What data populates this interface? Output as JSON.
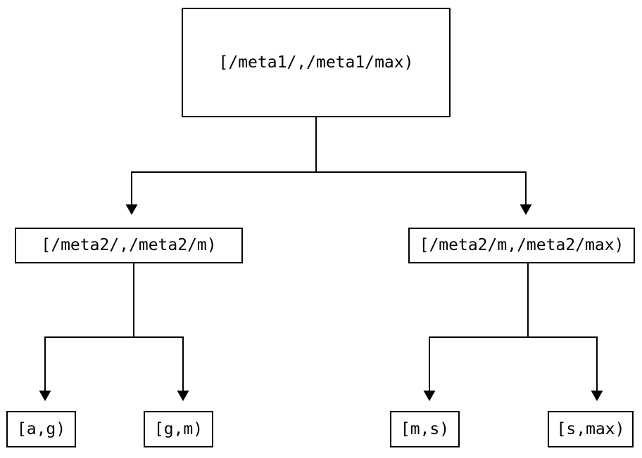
{
  "diagram": {
    "type": "tree",
    "title": "",
    "background_color": "#ffffff",
    "line_color": "#000000",
    "text_color": "#000000",
    "nodes": {
      "root": {
        "label": "[/meta1/,/meta1/max)",
        "level": 0
      },
      "level2": [
        {
          "label": "[/meta2/,/meta2/m)",
          "level": 1
        },
        {
          "label": "[/meta2/m,/meta2/max)",
          "level": 1
        }
      ],
      "leaves": [
        {
          "label": "[a,g)",
          "level": 2
        },
        {
          "label": "[g,m)",
          "level": 2
        },
        {
          "label": "[m,s)",
          "level": 2
        },
        {
          "label": "[s,max)",
          "level": 2
        }
      ]
    },
    "edges": [
      {
        "from": "[/meta1/,/meta1/max)",
        "to": "[/meta2/,/meta2/m)"
      },
      {
        "from": "[/meta1/,/meta1/max)",
        "to": "[/meta2/m,/meta2/max)"
      },
      {
        "from": "[/meta2/,/meta2/m)",
        "to": "[a,g)"
      },
      {
        "from": "[/meta2/,/meta2/m)",
        "to": "[g,m)"
      },
      {
        "from": "[/meta2/m,/meta2/max)",
        "to": "[m,s)"
      },
      {
        "from": "[/meta2/m,/meta2/max)",
        "to": "[s,max)"
      }
    ]
  }
}
